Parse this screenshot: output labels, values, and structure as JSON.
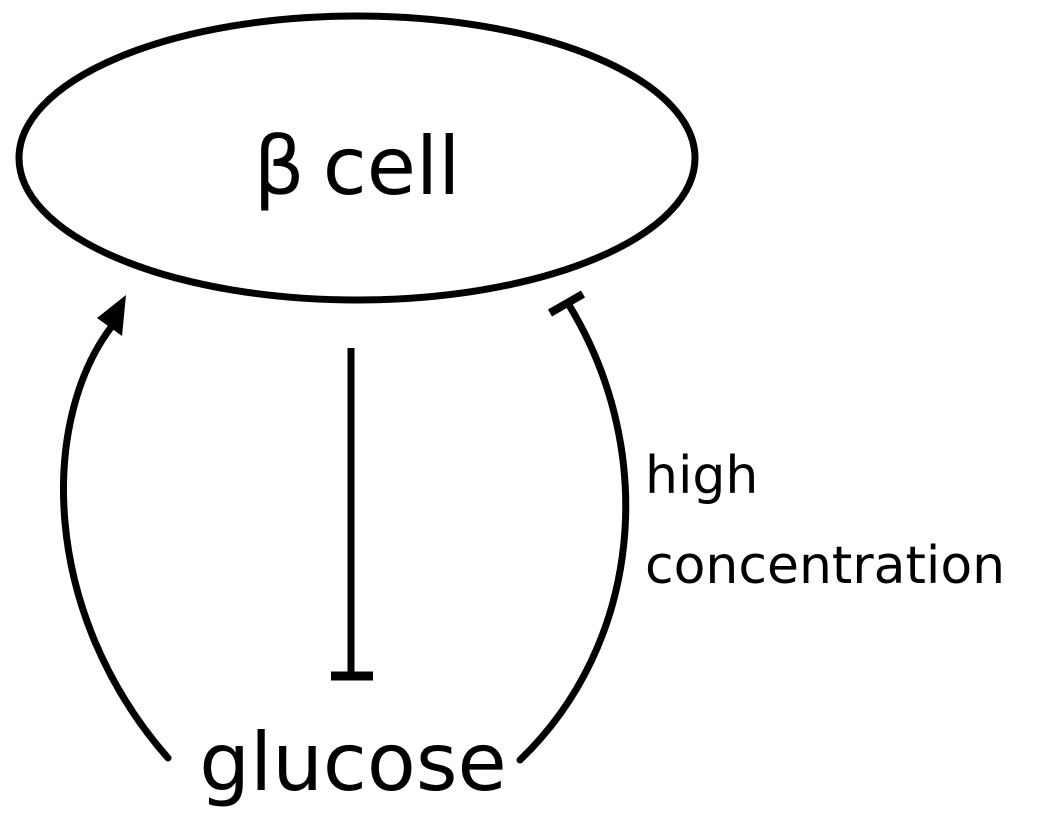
{
  "nodes": {
    "beta_cell": {
      "symbol": "β",
      "label": "cell"
    },
    "glucose": {
      "label": "glucose"
    }
  },
  "edges": {
    "glucose_to_beta_activation": {
      "type": "activation"
    },
    "beta_to_glucose_inhibition": {
      "type": "inhibition"
    },
    "glucose_to_beta_high_inhibition": {
      "type": "inhibition",
      "label_line1": "high",
      "label_line2": "concentration"
    }
  },
  "colors": {
    "stroke": "#000000",
    "background": "#ffffff"
  }
}
